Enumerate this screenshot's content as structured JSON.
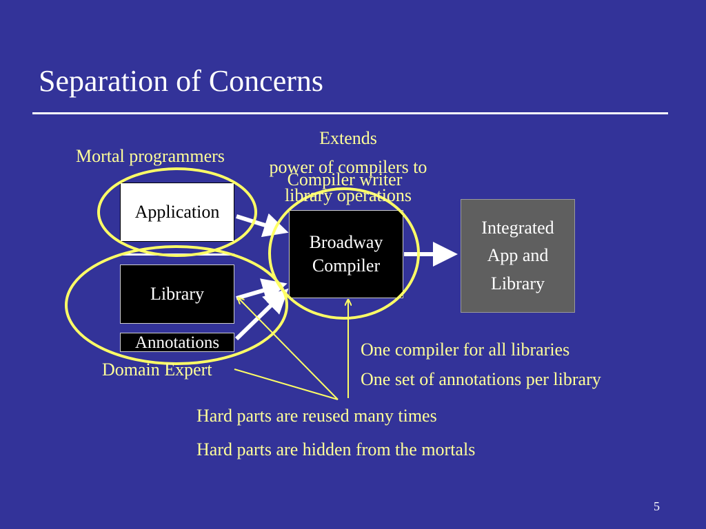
{
  "slide": {
    "title": "Separation of Concerns",
    "page_number": "5"
  },
  "diagram": {
    "boxes": {
      "application": "Application",
      "library": "Library",
      "annotations": "Annotations",
      "compiler_line1": "Broadway",
      "compiler_line2": "Compiler",
      "output_line1": "Integrated",
      "output_line2": "App and",
      "output_line3": "Library"
    },
    "labels": {
      "mortal_programmers": "Mortal programmers",
      "domain_expert": "Domain Expert",
      "extends_line1": "Extends",
      "extends_line2": "power of compilers to",
      "extends_line3": "library operations",
      "compiler_writer": "Compiler writer"
    }
  },
  "notes": {
    "one_compiler": "One compiler for all libraries",
    "one_set": "One set of annotations per library",
    "hard_reused": "Hard parts are reused many times",
    "hard_hidden": "Hard parts are hidden from the mortals"
  },
  "colors": {
    "background": "#333399",
    "accent": "#FFFF99",
    "ellipse": "#FFFF66"
  }
}
